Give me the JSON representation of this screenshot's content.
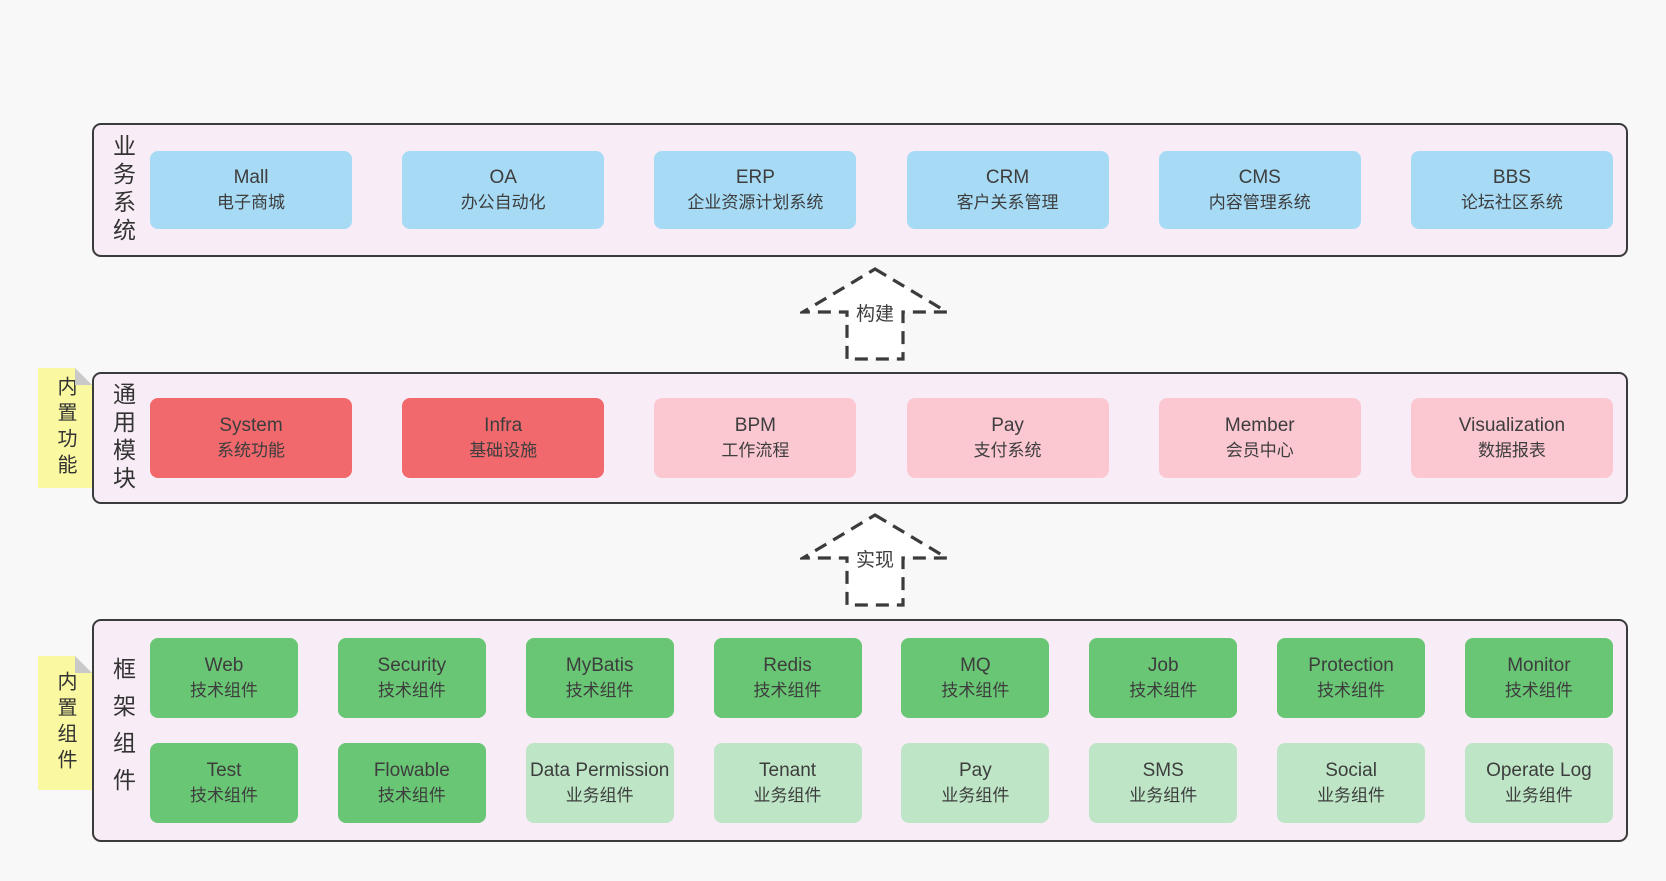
{
  "colors": {
    "page_bg": "#f8f8f8",
    "container_bg": "#f8edf6",
    "container_border": "#3b3b3b",
    "blue_box": "#a6daf5",
    "red_box": "#f1696d",
    "pink_box": "#fbc8d2",
    "green_dark_box": "#69c675",
    "green_light_box": "#bee6c6",
    "sticky_bg": "#faf8a0",
    "sticky_fold": "#c9c9c9",
    "text": "#3d3d3d"
  },
  "sections": {
    "business": {
      "label": "业务系统",
      "boxes": [
        {
          "title": "Mall",
          "subtitle": "电子商城",
          "variant": "blue"
        },
        {
          "title": "OA",
          "subtitle": "办公自动化",
          "variant": "blue"
        },
        {
          "title": "ERP",
          "subtitle": "企业资源计划系统",
          "variant": "blue"
        },
        {
          "title": "CRM",
          "subtitle": "客户关系管理",
          "variant": "blue"
        },
        {
          "title": "CMS",
          "subtitle": "内容管理系统",
          "variant": "blue"
        },
        {
          "title": "BBS",
          "subtitle": "论坛社区系统",
          "variant": "blue"
        }
      ]
    },
    "modules": {
      "label": "通用模块",
      "sticky": "内置功能",
      "boxes": [
        {
          "title": "System",
          "subtitle": "系统功能",
          "variant": "red"
        },
        {
          "title": "Infra",
          "subtitle": "基础设施",
          "variant": "red"
        },
        {
          "title": "BPM",
          "subtitle": "工作流程",
          "variant": "pink"
        },
        {
          "title": "Pay",
          "subtitle": "支付系统",
          "variant": "pink"
        },
        {
          "title": "Member",
          "subtitle": "会员中心",
          "variant": "pink"
        },
        {
          "title": "Visualization",
          "subtitle": "数据报表",
          "variant": "pink"
        }
      ]
    },
    "framework": {
      "label": "框架组件",
      "sticky": "内置组件",
      "rows": [
        [
          {
            "title": "Web",
            "subtitle": "技术组件",
            "variant": "green-dark"
          },
          {
            "title": "Security",
            "subtitle": "技术组件",
            "variant": "green-dark"
          },
          {
            "title": "MyBatis",
            "subtitle": "技术组件",
            "variant": "green-dark"
          },
          {
            "title": "Redis",
            "subtitle": "技术组件",
            "variant": "green-dark"
          },
          {
            "title": "MQ",
            "subtitle": "技术组件",
            "variant": "green-dark"
          },
          {
            "title": "Job",
            "subtitle": "技术组件",
            "variant": "green-dark"
          },
          {
            "title": "Protection",
            "subtitle": "技术组件",
            "variant": "green-dark"
          },
          {
            "title": "Monitor",
            "subtitle": "技术组件",
            "variant": "green-dark"
          }
        ],
        [
          {
            "title": "Test",
            "subtitle": "技术组件",
            "variant": "green-dark"
          },
          {
            "title": "Flowable",
            "subtitle": "技术组件",
            "variant": "green-dark"
          },
          {
            "title": "Data Permission",
            "subtitle": "业务组件",
            "variant": "green-light"
          },
          {
            "title": "Tenant",
            "subtitle": "业务组件",
            "variant": "green-light"
          },
          {
            "title": "Pay",
            "subtitle": "业务组件",
            "variant": "green-light"
          },
          {
            "title": "SMS",
            "subtitle": "业务组件",
            "variant": "green-light"
          },
          {
            "title": "Social",
            "subtitle": "业务组件",
            "variant": "green-light"
          },
          {
            "title": "Operate Log",
            "subtitle": "业务组件",
            "variant": "green-light"
          }
        ]
      ]
    }
  },
  "arrows": [
    {
      "label": "构建"
    },
    {
      "label": "实现"
    }
  ]
}
